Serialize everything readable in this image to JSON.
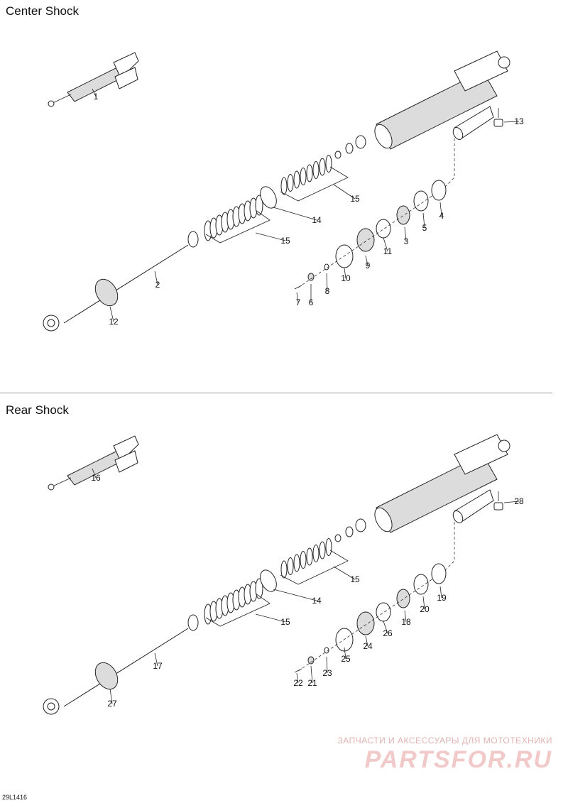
{
  "sections": [
    {
      "title": "Center Shock",
      "callouts": [
        "1",
        "2",
        "3",
        "4",
        "5",
        "6",
        "7",
        "8",
        "9",
        "10",
        "11",
        "12",
        "13",
        "14",
        "15",
        "15"
      ]
    },
    {
      "title": "Rear Shock",
      "callouts": [
        "16",
        "17",
        "18",
        "19",
        "20",
        "21",
        "22",
        "23",
        "24",
        "25",
        "26",
        "27",
        "28",
        "14",
        "15",
        "15"
      ]
    }
  ],
  "watermark": {
    "tagline": "ЗАПЧАСТИ И АКСЕССУАРЫ ДЛЯ МОТОТЕХНИКИ",
    "logo": "PARTSFOR.RU"
  },
  "figure_code": "29L1416"
}
